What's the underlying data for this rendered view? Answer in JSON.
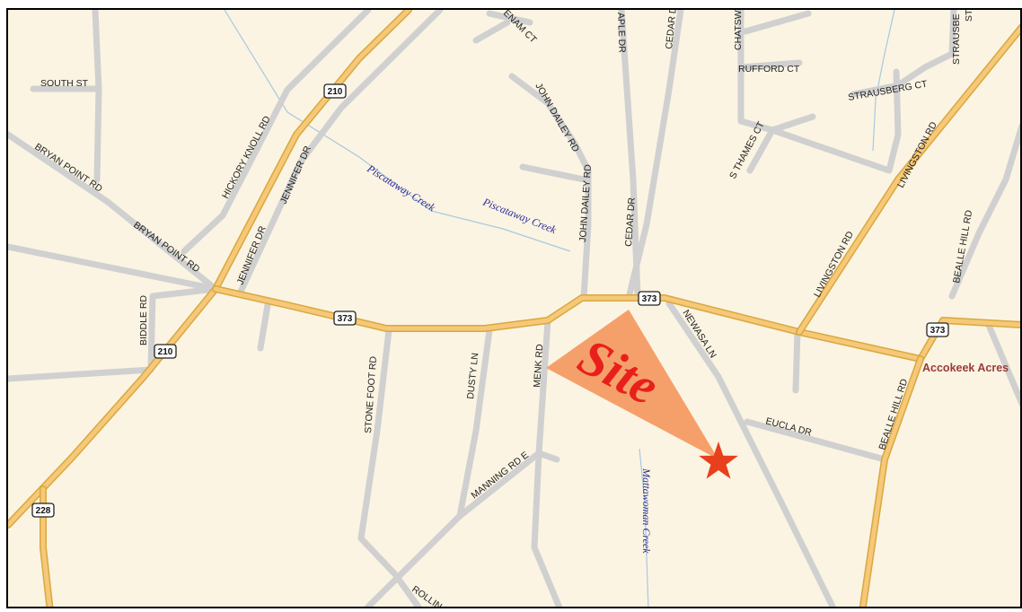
{
  "map": {
    "roads": {
      "south_st": "SOUTH ST",
      "bryan_point_rd": "BRYAN POINT RD",
      "hickory_knoll_rd": "HICKORY KNOLL RD",
      "jennifer_dr": "JENNIFER DR",
      "biddle_rd": "BIDDLE RD",
      "stone_foot_rd": "STONE FOOT RD",
      "dusty_ln": "DUSTY LN",
      "menk_rd": "MENK RD",
      "manning_rd_e": "MANNING RD E",
      "rollin": "ROLLIN",
      "john_dailey_rd": "JOHN DAILEY RD",
      "cedar_dr": "CEDAR DR",
      "cedar_dr_top": "CEDAR D",
      "maple_dr": "APLE DR",
      "benam_ct": "ENAM CT",
      "newasa_ln": "NEWASA LN",
      "eucla_dr": "EUCLA DR",
      "bealle_hill_rd": "BEALLE HILL RD",
      "livingston_rd": "LIVINGSTON RD",
      "s_thames_ct": "S THAMES CT",
      "rufford_ct": "RUFFORD CT",
      "strausberg_ct": "STRAUSBERG CT",
      "strausberg_ct_top": "STRAUSBE",
      "st_top": "ST",
      "chatsworth": "CHATSW"
    },
    "creeks": {
      "piscataway_1": "Piscataway Creek",
      "piscataway_2": "Piscataway Creek",
      "mattawoman": "Mattawoman Creek"
    },
    "shields": {
      "r210_top": "210",
      "r210_bottom": "210",
      "r373_left": "373",
      "r373_mid": "373",
      "r373_right": "373",
      "r228": "228"
    },
    "places": {
      "accokeek_acres": "Accokeek Acres"
    },
    "site": {
      "label": "Site",
      "marker_icon": "star-icon",
      "callout_color": "#f5a06a",
      "star_color": "#e8401c",
      "label_color": "#e8201c"
    }
  }
}
